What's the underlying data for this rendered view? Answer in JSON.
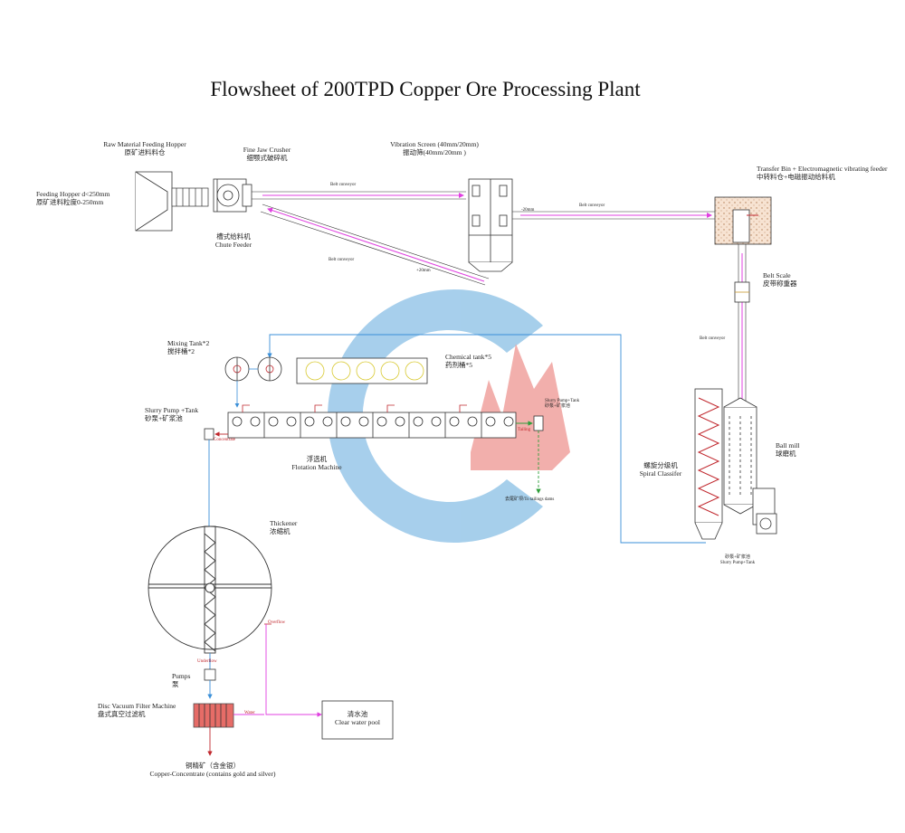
{
  "title": "Flowsheet of 200TPD Copper Ore Processing Plant",
  "labels": {
    "raw_hopper_en": "Raw Material Feeding Hopper",
    "raw_hopper_cn": "原矿进料料仓",
    "feeding_hopper_en": "Feeding Hopper d<250mm",
    "feeding_hopper_cn": "原矿进料粒度0-250mm",
    "jaw_crusher_en": "Fine Jaw Crusher",
    "jaw_crusher_cn": "细颚式破碎机",
    "chute_feeder_cn": "槽式给料机",
    "chute_feeder_en": "Chute Feeder",
    "vib_screen_en": "Vibration Screen (40mm/20mm)",
    "vib_screen_cn": "振动筛(40mm/20mm )",
    "belt_conveyor_1": "Belt conveyor",
    "belt_conveyor_2": "Belt conveyor",
    "belt_conveyor_3": "Belt conveyor",
    "belt_conveyor_4": "Belt conveyor",
    "minus20_a": "-20mm",
    "plus20": "+20mm",
    "transfer_bin_en": "Transfer Bin + Electromagnetic vibrating feeder",
    "transfer_bin_cn": "中转料仓+电磁振动给料机",
    "belt_scale_en": "Belt Scale",
    "belt_scale_cn": "皮带称重器",
    "mixing_tank_en": "Mixing Tank*2",
    "mixing_tank_cn": "搅拌桶*2",
    "chemical_tank_en": "Chemical tank*5",
    "chemical_tank_cn": "药剂桶*5",
    "slurry_pump_left_en": "Slurry Pump +Tank",
    "slurry_pump_left_cn": "砂泵+矿浆池",
    "slurry_pump_mid_en": "Slurry Pump+Tank",
    "slurry_pump_mid_cn": "砂泵+矿浆池",
    "flotation_cn": "浮选机",
    "flotation_en": "Flotation Machine",
    "tailings": "去尾矿坝/To tailings dams",
    "concentrate_tag": "Concentrate",
    "tailing_tag": "Tailing",
    "spiral_cn": "螺旋分级机",
    "spiral_en": "Spiral Classifer",
    "ball_mill_en": "Ball mill",
    "ball_mill_cn": "球磨机",
    "slurry_pump_right_cn": "砂泵+矿浆池",
    "slurry_pump_right_en": "Slurry Pump+Tank",
    "thickener_en": "Thickener",
    "thickener_cn": "浓缩机",
    "overflow_tag": "Overflow",
    "underflow_tag": "Underflow",
    "pumps_en": "Pumps",
    "pumps_cn": "泵",
    "disc_filter_en": "Disc Vacuum Filter Machine",
    "disc_filter_cn": "盘式真空过滤机",
    "water_tag": "Water",
    "clear_water_cn": "清水池",
    "clear_water_en": "Clear water pool",
    "copper_conc_cn": "铜精矿（含金银）",
    "copper_conc_en": "Copper-Concentrate (contains gold and silver)"
  },
  "colors": {
    "belt_line": "#e040e0",
    "water_line": "#3a8fd8",
    "tailings_line": "#2e9e3a",
    "concentrate_line": "#c0272d",
    "equipment_line": "#333333",
    "hopper_fill": "#f7e3d2",
    "logo_blue": "#5fa8dc",
    "logo_red": "#e2534d"
  },
  "icons": {
    "watermark": "company-logo-watermark"
  }
}
